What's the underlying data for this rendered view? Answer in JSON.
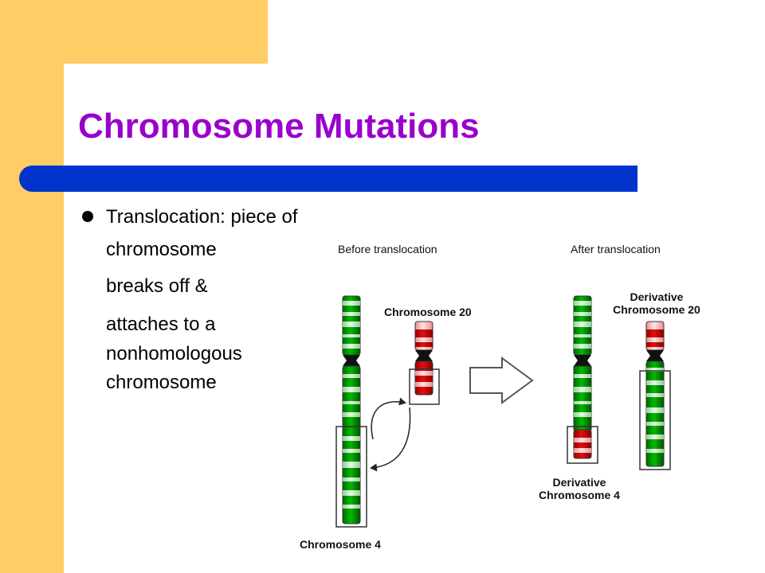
{
  "slide": {
    "title": "Chromosome Mutations",
    "bullet": {
      "line1": "Translocation:  piece of",
      "line2": "chromosome",
      "line3": "breaks off &",
      "line4": "attaches to a",
      "line5": "nonhomologous",
      "line6": "chromosome"
    }
  },
  "diagram": {
    "before_label": "Before translocation",
    "after_label": "After translocation",
    "chr20_label": "Chromosome 20",
    "chr4_label": "Chromosome 4",
    "der20_label_line1": "Derivative",
    "der20_label_line2": "Chromosome 20",
    "der4_label_line1": "Derivative",
    "der4_label_line2": "Chromosome 4"
  },
  "colors": {
    "accent_bar": "#FFCC66",
    "title": "#9900CC",
    "rule": "#0033CC",
    "chromosome_green": "#009900",
    "chromosome_red": "#CC0000"
  }
}
